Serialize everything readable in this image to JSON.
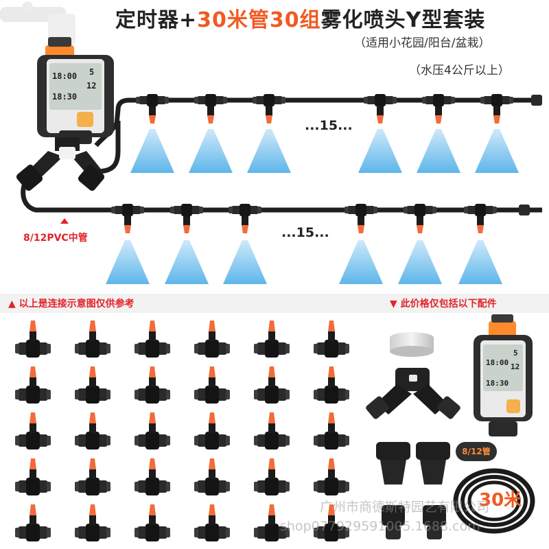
{
  "header": {
    "title_part1": "定时器+",
    "title_highlight": "30米管30组",
    "title_part2": "雾化喷头Y型套装",
    "subtitle_use": "（适用小花园/阳台/盆栽）",
    "subtitle_pressure": "（水压4公斤以上）"
  },
  "diagram": {
    "top_row_label": "...15...",
    "bottom_row_label": "...15...",
    "pipe_label": "8/12PVC中管"
  },
  "notes": {
    "diagram_note": "▲ 以上是连接示意图仅供参考",
    "price_note": "▼ 此价格仅包括以下配件"
  },
  "timer_display": {
    "line1": "18:00",
    "line2": "18:30",
    "digit_top": "5",
    "digit_mid": "12"
  },
  "parts": {
    "tube_size_tag": "8/12管",
    "tube_length": "30米"
  },
  "watermark": {
    "line1": "广州市商德斯特园艺有限公司",
    "line2": "shop077929591005.1688.com"
  },
  "colors": {
    "accent_orange": "#f05a22",
    "note_red": "#e2232a",
    "pipe_black": "#1f1f1f",
    "nozzle_orange": "#f26b3a",
    "mist_blue": "#9fd3f1"
  }
}
